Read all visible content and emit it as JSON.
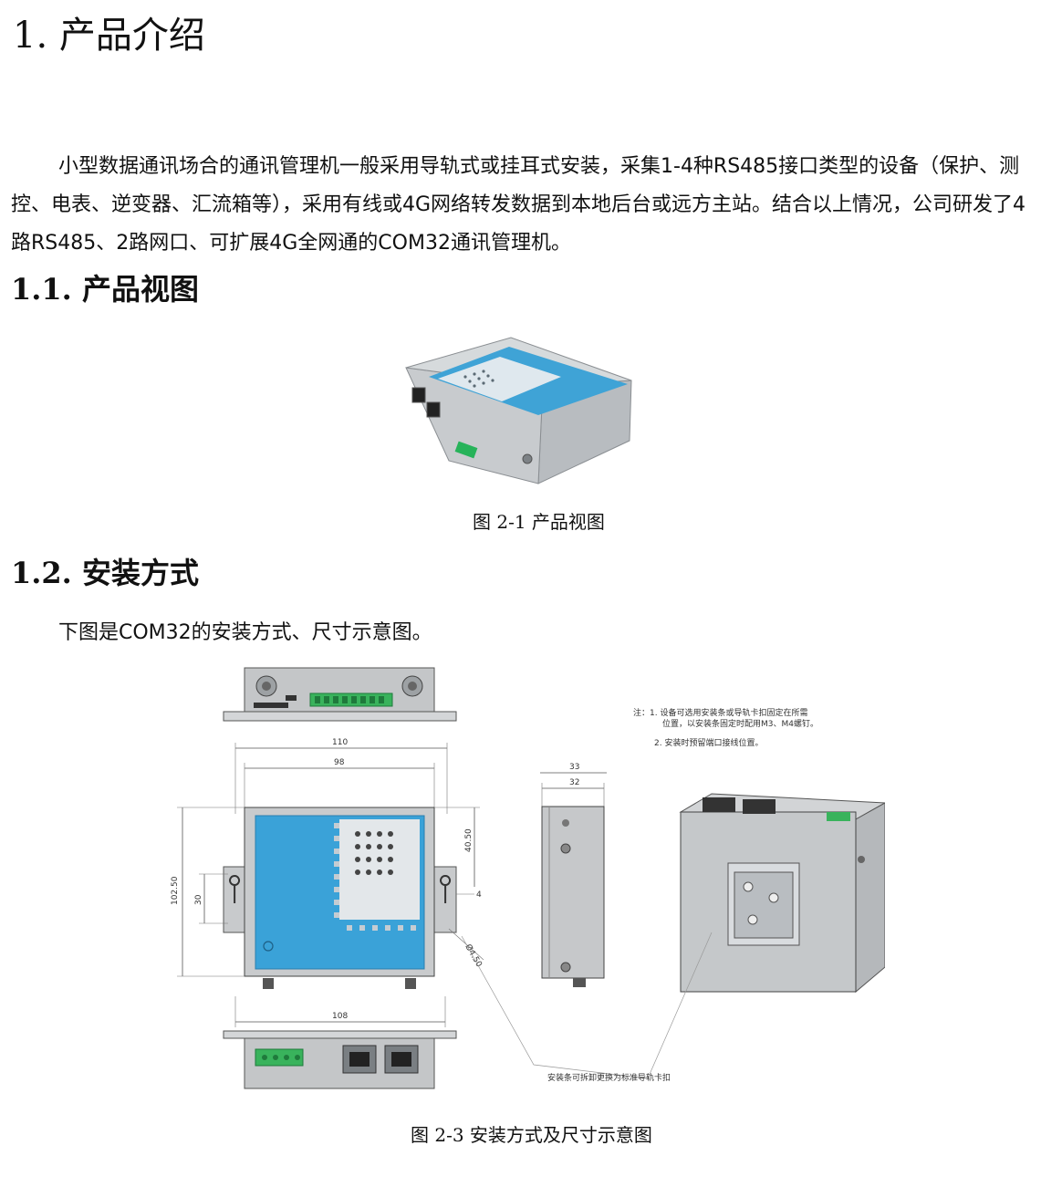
{
  "heading1": "1. 产品介绍",
  "intro_paragraph": "小型数据通讯场合的通讯管理机一般采用导轨式或挂耳式安装，采集1-4种RS485接口类型的设备（保护、测控、电表、逆变器、汇流箱等），采用有线或4G网络转发数据到本地后台或远方主站。结合以上情况，公司研发了4路RS485、2路网口、可扩展4G全网通的COM32通讯管理机。",
  "section_1_1": {
    "title": "1.1. 产品视图",
    "caption": "图 2-1 产品视图"
  },
  "section_1_2": {
    "title": "1.2. 安装方式",
    "paragraph": "下图是COM32的安装方式、尺寸示意图。",
    "caption": "图 2-3 安装方式及尺寸示意图",
    "drawing": {
      "note_line1": "注：1. 设备可选用安装条或导轨卡扣固定在所需",
      "note_line2": "位置，以安装条固定时配用M3、M4螺钉。",
      "note_line3": "2. 安装时预留端口接线位置。",
      "callout": "安装条可拆卸更换为标准导轨卡扣",
      "dim_110": "110",
      "dim_98": "98",
      "dim_108": "108",
      "dim_33": "33",
      "dim_32": "32",
      "dim_102_50": "102.50",
      "dim_30": "30",
      "dim_40_50": "40.50",
      "dim_4": "4",
      "dim_phi_4_50": "Ø4.50"
    }
  }
}
